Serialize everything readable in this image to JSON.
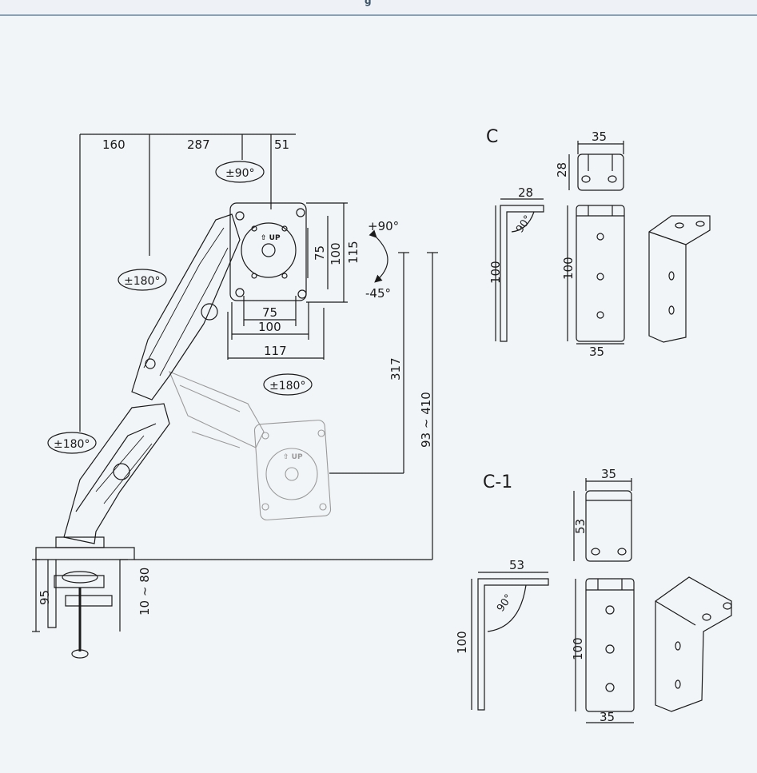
{
  "header_fragment": "g",
  "main_drawing": {
    "dims": {
      "d160": "160",
      "d287": "287",
      "d51": "51",
      "d75_h": "75",
      "d100_h": "100",
      "d117": "117",
      "d75_v": "75",
      "d100_v": "100",
      "d115": "115",
      "d317": "317",
      "d93_410": "93 ~ 410",
      "d95": "95",
      "d10_80": "10 ~ 80"
    },
    "rotations": {
      "pan_top": "±90°",
      "arm_mid": "±180°",
      "arm_base": "±180°",
      "plate": "±180°",
      "tilt_up": "+90°",
      "tilt_down": "-45°"
    },
    "plate_label": "⇧ UP",
    "plate_label_ghost": "⇧ UP"
  },
  "bracket_c": {
    "label": "C",
    "dims": {
      "top_w": "35",
      "top_h": "28",
      "side_w": "28",
      "side_h": "100",
      "angle": "90°",
      "front_h": "100",
      "front_w": "35"
    }
  },
  "bracket_c1": {
    "label": "C-1",
    "dims": {
      "top_w": "35",
      "top_h": "53",
      "side_w": "53",
      "side_h": "100",
      "angle": "90°",
      "front_h": "100",
      "front_w": "35"
    }
  },
  "colors": {
    "background": "#f2f5f8",
    "line": "#1a1a1a",
    "ghost": "#9a9a9a",
    "accent_bar": "#8aa0b4"
  }
}
